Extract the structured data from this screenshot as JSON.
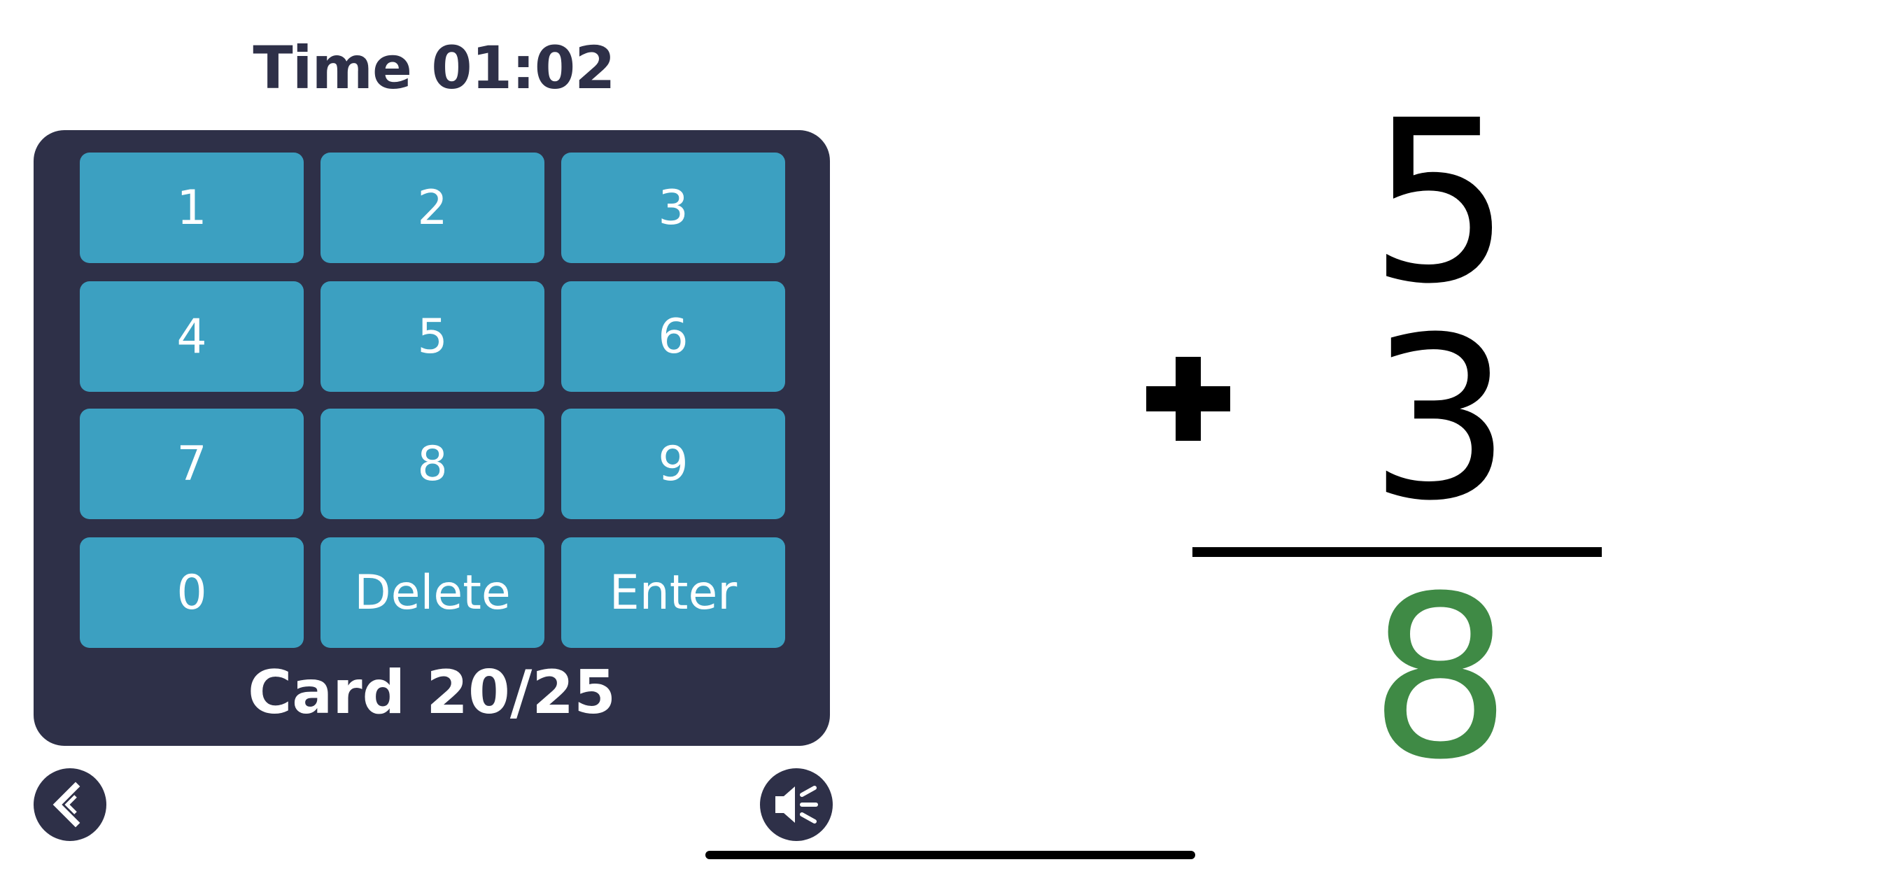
{
  "timer": {
    "text": "Time 01:02"
  },
  "keypad": {
    "keys": [
      {
        "label": "1"
      },
      {
        "label": "2"
      },
      {
        "label": "3"
      },
      {
        "label": "4"
      },
      {
        "label": "5"
      },
      {
        "label": "6"
      },
      {
        "label": "7"
      },
      {
        "label": "8"
      },
      {
        "label": "9"
      },
      {
        "label": "0"
      },
      {
        "label": "Delete"
      },
      {
        "label": "Enter"
      }
    ],
    "card_counter": "Card 20/25"
  },
  "controls": {
    "back_icon": "chevron-left-icon",
    "sound_icon": "speaker-icon"
  },
  "problem": {
    "top_operand": "5",
    "operator": "+",
    "bottom_operand": "3",
    "answer": "8"
  },
  "colors": {
    "panel": "#2e3048",
    "key": "#3ca0c1",
    "key_text": "#ffffff",
    "answer": "#3f8a45",
    "operand": "#000000"
  }
}
